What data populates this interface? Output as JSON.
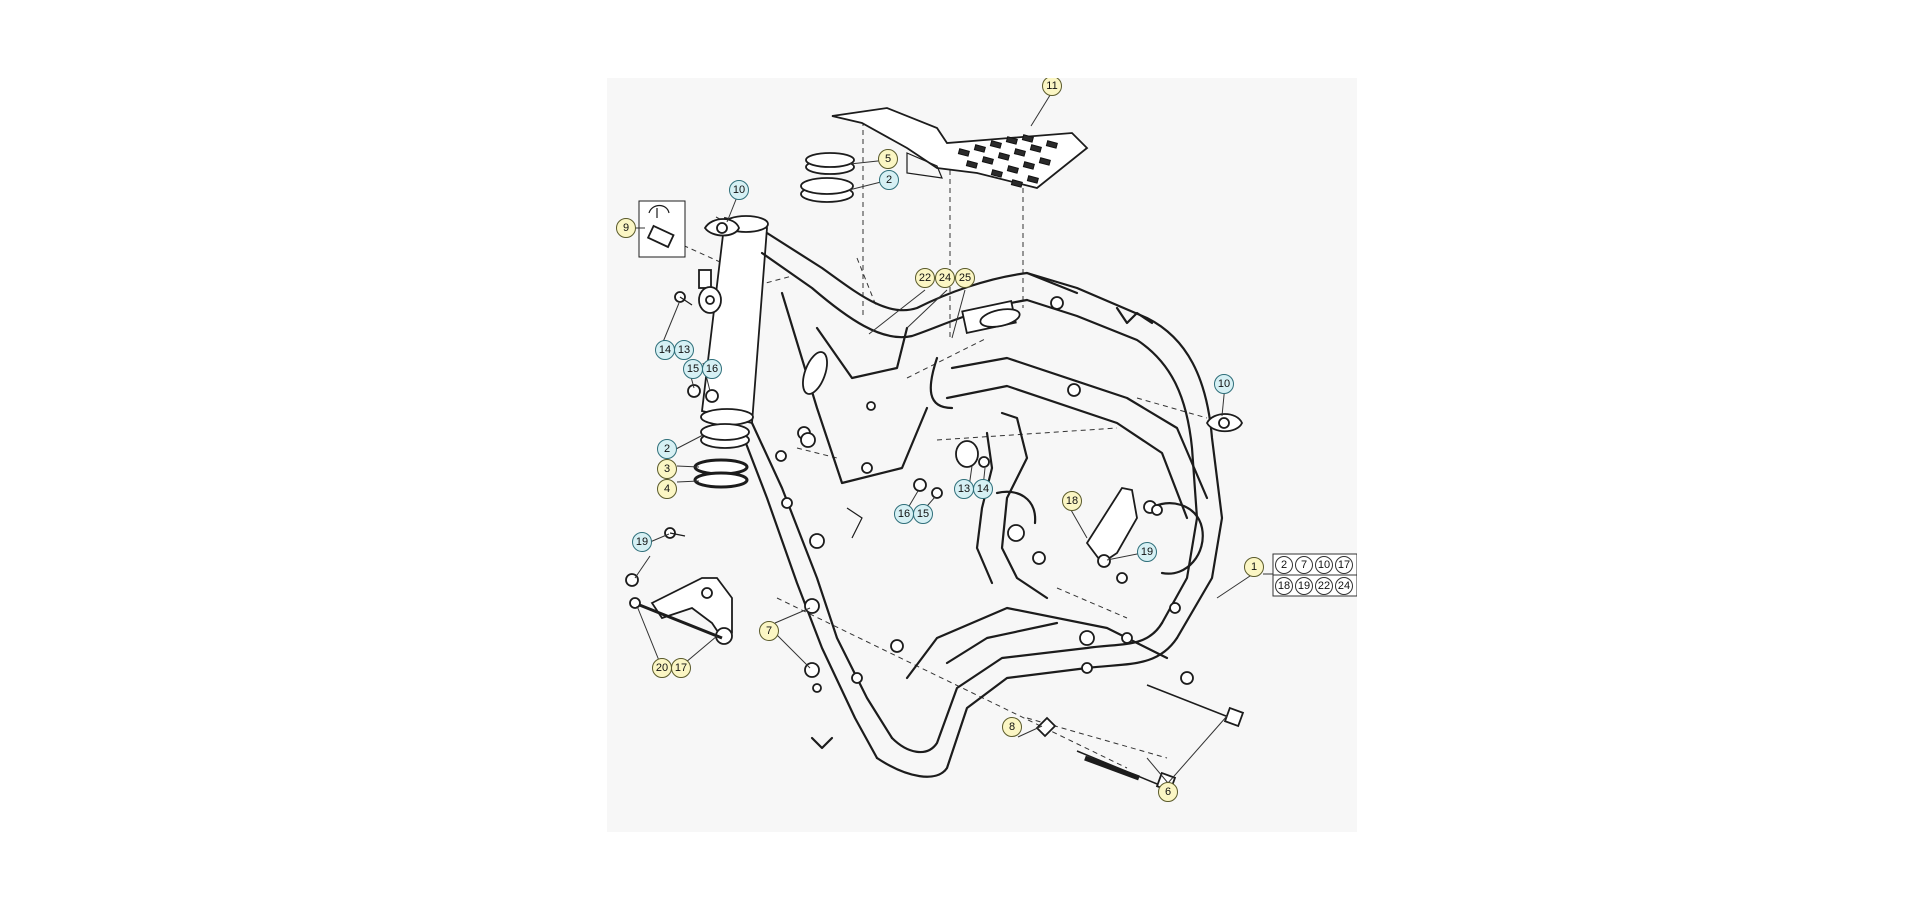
{
  "callouts": {
    "c1": "1",
    "c2a": "2",
    "c2b": "2",
    "c3": "3",
    "c4": "4",
    "c5": "5",
    "c6": "6",
    "c7": "7",
    "c8": "8",
    "c9": "9",
    "c10a": "10",
    "c10b": "10",
    "c11": "11",
    "c13a": "13",
    "c13b": "13",
    "c14a": "14",
    "c14b": "14",
    "c15a": "15",
    "c15b": "15",
    "c16a": "16",
    "c16b": "16",
    "c17": "17",
    "c18": "18",
    "c19a": "19",
    "c19b": "19",
    "c20": "20",
    "c22": "22",
    "c24": "24",
    "c25": "25"
  },
  "kit_table": [
    "2",
    "7",
    "10",
    "17",
    "18",
    "19",
    "22",
    "24"
  ],
  "colors": {
    "callout_yellow": "#fbf6c4",
    "callout_blue": "#d6f0f4",
    "line": "#1c1c1c",
    "background": "#f7f7f7"
  }
}
